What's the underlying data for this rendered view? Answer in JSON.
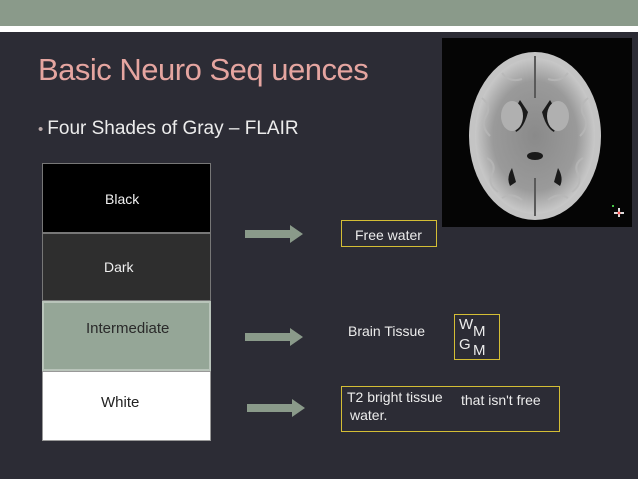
{
  "slide": {
    "title": "Basic Neuro Seq uences",
    "bullet": "Four Shades of Gray – FLAIR",
    "bullet_symbol": "•"
  },
  "shades": {
    "black": "Black",
    "dark": "Dark",
    "intermediate": "Intermediate",
    "white": "White"
  },
  "findings": {
    "free_water": "Free water",
    "brain_tissue": "Brain Tissue",
    "wm_w": "W",
    "wm_m": "M",
    "gm_g": "G",
    "gm_m": "M",
    "t2_line1": "T2 bright tissue",
    "t2_line1_cont": "that isn't free",
    "t2_line2": "water."
  },
  "colors": {
    "background": "#2c2c35",
    "title": "#e5a5a0",
    "arrow": "#8a9a8a",
    "box_border": "#d4be35",
    "intermediate_fill": "#95a697"
  }
}
